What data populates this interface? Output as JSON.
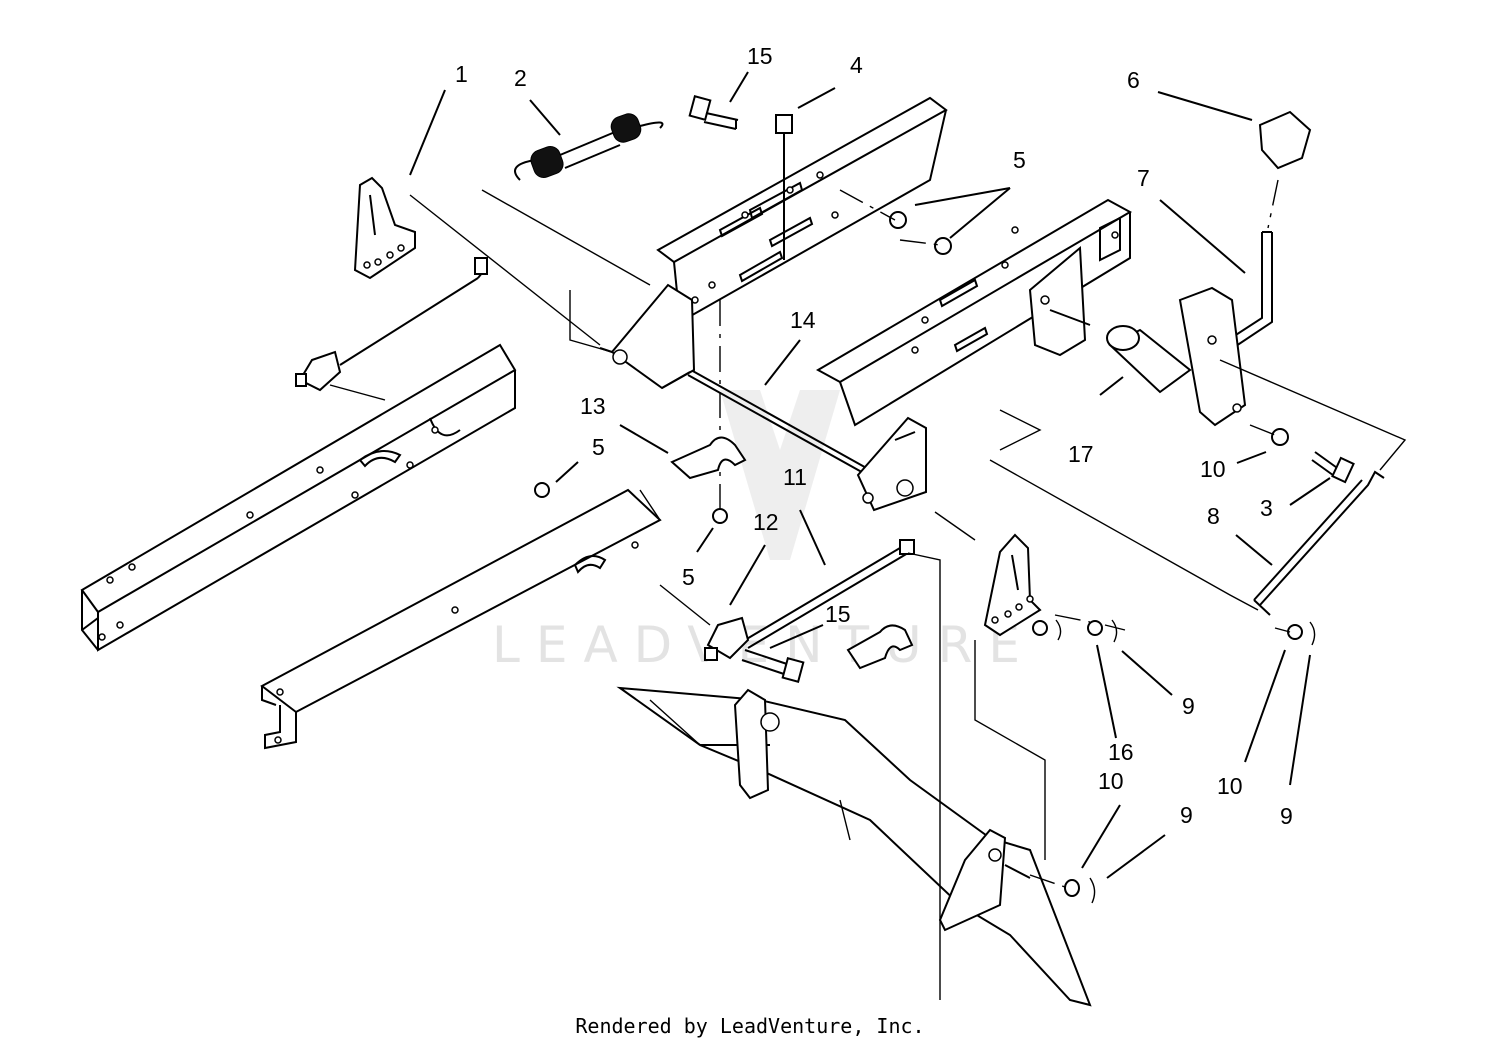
{
  "watermark": "LEADVENTURE",
  "footer": "Rendered by LeadVenture, Inc.",
  "callouts": {
    "c1": "1",
    "c2": "2",
    "c3": "3",
    "c4": "4",
    "c5a": "5",
    "c5b": "5",
    "c5c": "5",
    "c6": "6",
    "c7": "7",
    "c8": "8",
    "c9a": "9",
    "c9b": "9",
    "c9c": "9",
    "c10a": "10",
    "c10b": "10",
    "c10c": "10",
    "c11": "11",
    "c12": "12",
    "c13": "13",
    "c14": "14",
    "c15a": "15",
    "c15b": "15",
    "c16": "16",
    "c17": "17"
  }
}
